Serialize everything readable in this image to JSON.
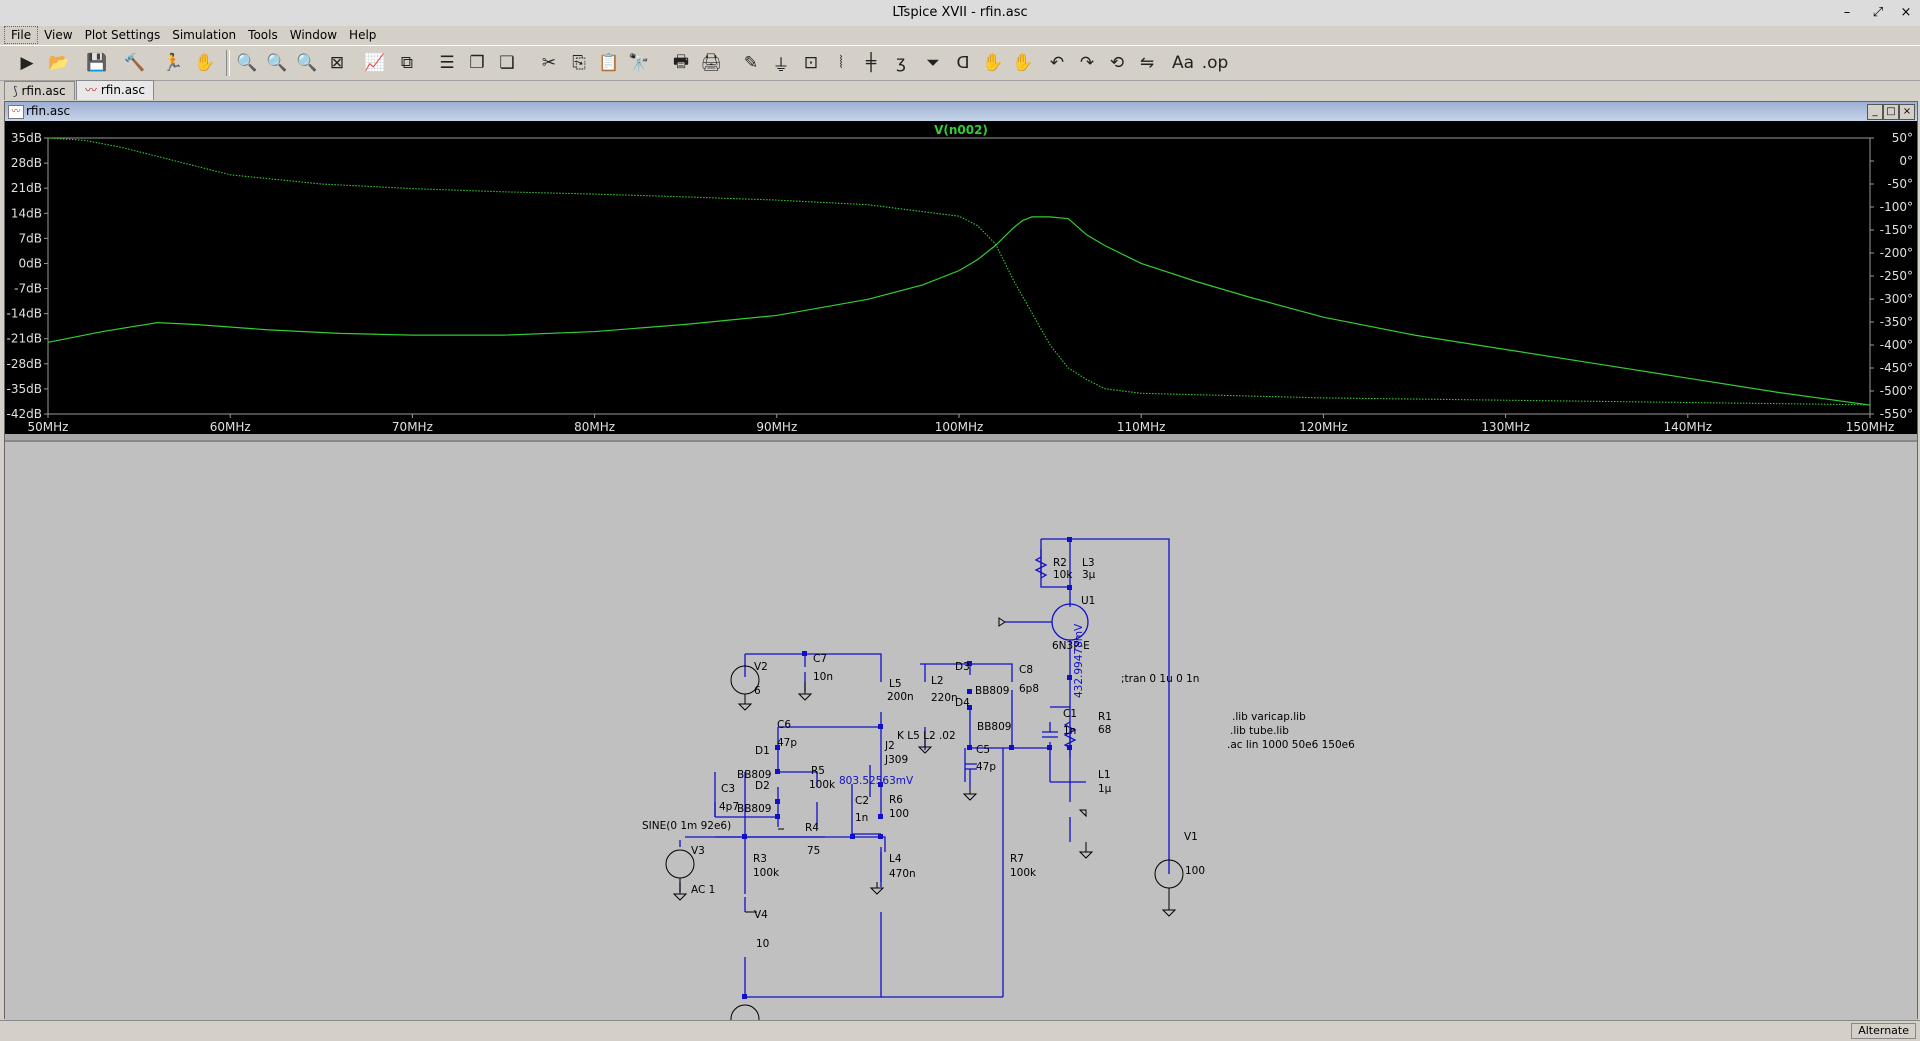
{
  "window": {
    "title": "LTspice XVII - rfin.asc",
    "min": "–",
    "max": "⤢",
    "close": "×"
  },
  "menu": [
    "File",
    "View",
    "Plot Settings",
    "Simulation",
    "Tools",
    "Window",
    "Help"
  ],
  "tabs": [
    {
      "label": "rfin.asc",
      "icon": "schematic-icon"
    },
    {
      "label": "rfin.asc",
      "icon": "waveform-icon"
    }
  ],
  "inner_window": {
    "title": "rfin.asc"
  },
  "plot": {
    "trace_label": "V(n002)",
    "trace_color": "#33cc33",
    "left_ticks": [
      "35dB",
      "28dB",
      "21dB",
      "14dB",
      "7dB",
      "0dB",
      "-7dB",
      "-14dB",
      "-21dB",
      "-28dB",
      "-35dB",
      "-42dB"
    ],
    "right_ticks": [
      "50°",
      "0°",
      "-50°",
      "-100°",
      "-150°",
      "-200°",
      "-250°",
      "-300°",
      "-350°",
      "-400°",
      "-450°",
      "-500°",
      "-550°"
    ],
    "x_ticks": [
      "50MHz",
      "60MHz",
      "70MHz",
      "80MHz",
      "90MHz",
      "100MHz",
      "110MHz",
      "120MHz",
      "130MHz",
      "140MHz",
      "150MHz"
    ]
  },
  "chart_data": {
    "type": "line",
    "title": "V(n002)",
    "xlabel": "",
    "ylabel": "",
    "xlim": [
      50,
      150
    ],
    "ylim_db": [
      -42,
      35
    ],
    "ylim_phase": [
      -550,
      50
    ],
    "series": [
      {
        "name": "V(n002)",
        "x": [
          50,
          53,
          56,
          58,
          62,
          66,
          70,
          75,
          80,
          85,
          90,
          95,
          98,
          100,
          101,
          102,
          103,
          103.5,
          104,
          105,
          106,
          107,
          108,
          110,
          113,
          116,
          120,
          125,
          130,
          135,
          140,
          145,
          150
        ],
        "values": [
          -22,
          -19,
          -16.5,
          -17,
          -18.5,
          -19.5,
          -20,
          -20,
          -19,
          -17,
          -14.5,
          -10,
          -6,
          -2,
          1,
          5,
          10,
          12,
          13,
          13,
          12.5,
          8,
          5,
          0,
          -5,
          -9.5,
          -15,
          -20,
          -24,
          -28,
          -32,
          -36,
          -39.5
        ]
      },
      {
        "name": "phase",
        "x": [
          50,
          52,
          54,
          56,
          58,
          60,
          65,
          70,
          75,
          80,
          85,
          90,
          95,
          100,
          101,
          102,
          103,
          104,
          105,
          106,
          107,
          108,
          110,
          115,
          120,
          130,
          140,
          150
        ],
        "values": [
          50,
          45,
          30,
          10,
          -10,
          -30,
          -50,
          -60,
          -67,
          -72,
          -78,
          -85,
          -95,
          -120,
          -140,
          -180,
          -260,
          -330,
          -400,
          -450,
          -475,
          -495,
          -505,
          -510,
          -515,
          -520,
          -525,
          -530
        ]
      }
    ]
  },
  "schematic": {
    "R2": "R2",
    "R2v": "10k",
    "L3": "L3",
    "L3v": "3µ",
    "U1": "U1",
    "U1v": "6N3P-E",
    "R1": "R1",
    "R1v": "68",
    "L1": "L1",
    "L1v": "1µ",
    "C1": "C1",
    "C1v": "1n",
    "trace_ann": "432.99478mV",
    "tran": ";tran 0 1u 0 1n",
    "lib1": ".lib varicap.lib",
    "lib2": ".lib tube.lib",
    "ac": ".ac lin 1000 50e6 150e6",
    "V1": "V1",
    "V1v": "100",
    "V2": "V2",
    "V2v": "6",
    "C7": "C7",
    "C7v": "10n",
    "L5": "L5",
    "L5v": "200n",
    "L2": "L2",
    "L2v": "220n",
    "D3": "D3",
    "D3v": "BB809",
    "D4": "D4",
    "D4v": "BB809",
    "C8": "C8",
    "C8v": "6p8",
    "C5": "C5",
    "C5v": "47p",
    "C6": "C6",
    "C6v": "47p",
    "D1": "D1",
    "D1v": "BB809",
    "D2": "D2",
    "D2v": "BB809",
    "R5": "R5",
    "R5v": "100k",
    "J2": "J2",
    "J2v": "J309",
    "K": "K L5 L2 .02",
    "Vann": "803.52563mV",
    "C2": "C2",
    "C2v": "1n",
    "R6": "R6",
    "R6v": "100",
    "C3": "C3",
    "C3v": "4p7",
    "SINE": "SINE(0 1m 92e6)",
    "R4": "R4",
    "R4v": "75",
    "V3": "V3",
    "V3v": "AC 1",
    "R3": "R3",
    "R3v": "100k",
    "L4": "L4",
    "L4v": "470n",
    "R7": "R7",
    "R7v": "100k",
    "V4": "V4",
    "V4v": "10"
  },
  "status": {
    "mode": "Alternate"
  }
}
